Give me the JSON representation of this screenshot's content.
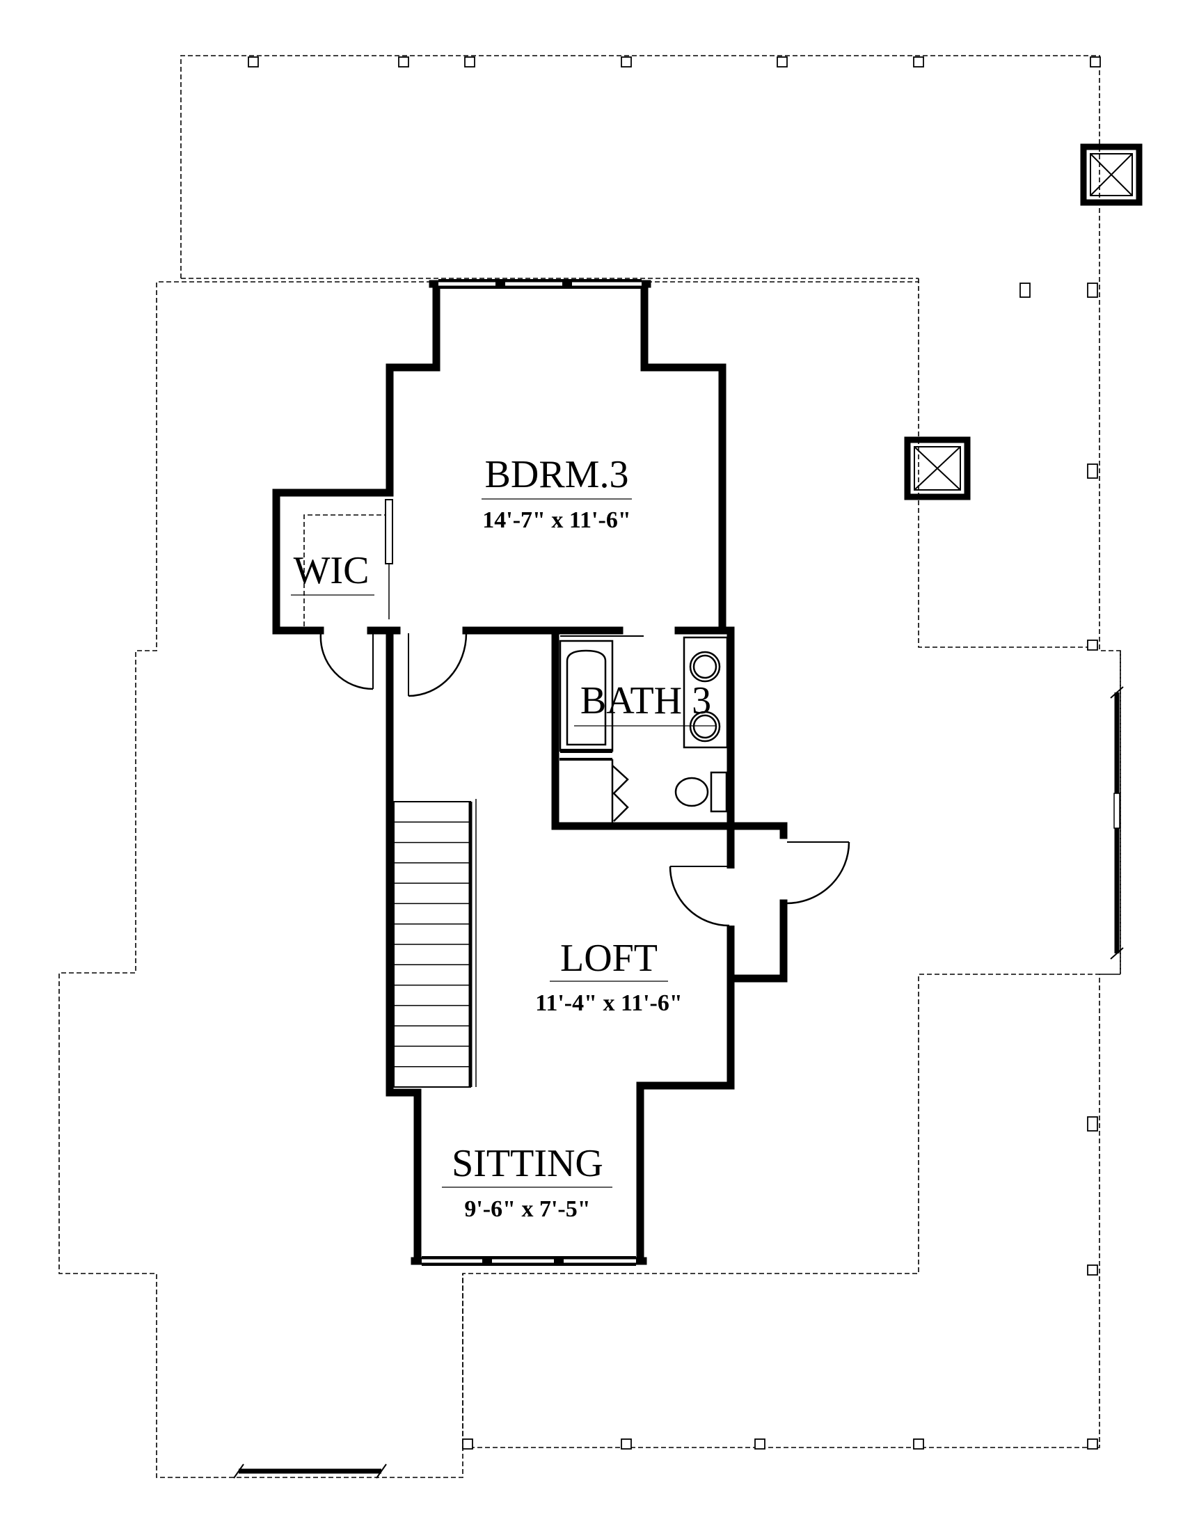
{
  "rooms": {
    "bdrm3": {
      "name": "BDRM.3",
      "dims": "14'-7\" x 11'-6\""
    },
    "wic": {
      "name": "WIC"
    },
    "bath3": {
      "name": "BATH 3"
    },
    "loft": {
      "name": "LOFT",
      "dims": "11'-4\" x 11'-6\""
    },
    "sitting": {
      "name": "SITTING",
      "dims": "9'-6\" x 7'-5\""
    }
  },
  "features": {
    "stairs": {
      "treads": 13
    },
    "chimney_vents": 2
  }
}
